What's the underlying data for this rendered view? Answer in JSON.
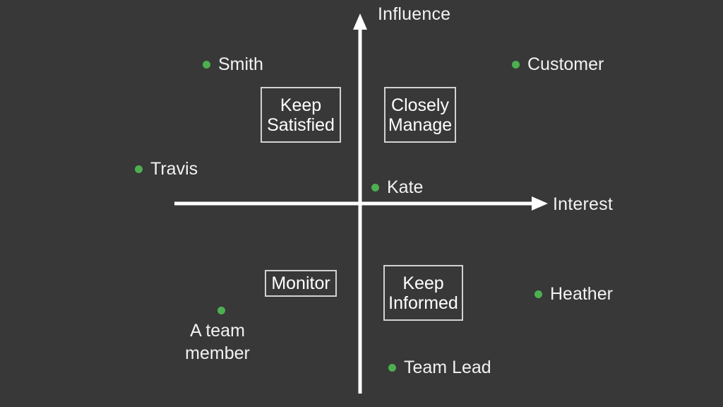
{
  "diagram": {
    "type": "stakeholder-power-interest-matrix",
    "background_color": "#383838",
    "accent_color": "#4CAF50",
    "text_color": "#f2f2f2",
    "axes": {
      "y_label": "Influence",
      "x_label": "Interest"
    },
    "quadrants": [
      {
        "id": "keep-satisfied",
        "label": "Keep\nSatisfied",
        "position": "top-left"
      },
      {
        "id": "closely-manage",
        "label": "Closely\nManage",
        "position": "top-right"
      },
      {
        "id": "monitor",
        "label": "Monitor",
        "position": "bottom-left"
      },
      {
        "id": "keep-informed",
        "label": "Keep\nInformed",
        "position": "bottom-right"
      }
    ],
    "stakeholders": [
      {
        "id": "smith",
        "label": "Smith",
        "quadrant": "keep-satisfied",
        "label_position": "right"
      },
      {
        "id": "customer",
        "label": "Customer",
        "quadrant": "closely-manage",
        "label_position": "right"
      },
      {
        "id": "travis",
        "label": "Travis",
        "quadrant": "keep-satisfied",
        "label_position": "right"
      },
      {
        "id": "kate",
        "label": "Kate",
        "quadrant": "closely-manage",
        "label_position": "right"
      },
      {
        "id": "heather",
        "label": "Heather",
        "quadrant": "keep-informed",
        "label_position": "right"
      },
      {
        "id": "team-lead",
        "label": "Team Lead",
        "quadrant": "keep-informed",
        "label_position": "right"
      },
      {
        "id": "a-team-member",
        "label": "A team member",
        "quadrant": "monitor",
        "label_position": "below"
      }
    ]
  }
}
